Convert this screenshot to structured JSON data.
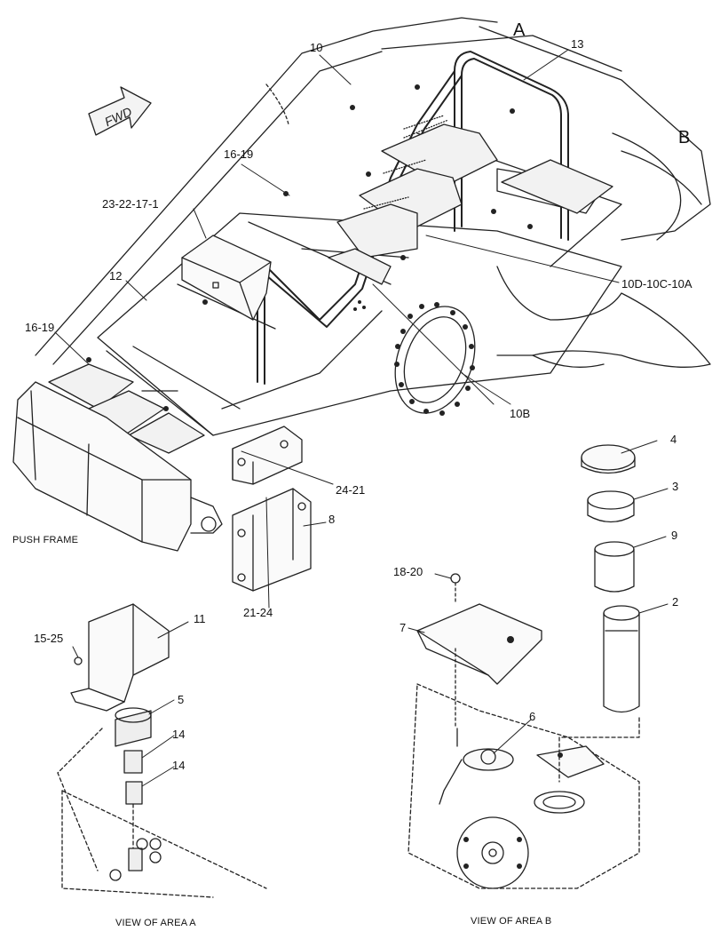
{
  "callouts": {
    "c10": "10",
    "c13": "13",
    "cA": "A",
    "cB": "B",
    "c16_19_top": "16-19",
    "c23_22_17_1": "23-22-17-1",
    "c12": "12",
    "c10D_10C_10A": "10D-10C-10A",
    "c16_19_left": "16-19",
    "c10B": "10B",
    "c24_21": "24-21",
    "c8": "8",
    "c21_24": "21-24",
    "c4": "4",
    "c3": "3",
    "c9": "9",
    "c2": "2",
    "c18_20": "18-20",
    "c7": "7",
    "c11": "11",
    "c15_25": "15-25",
    "c5": "5",
    "c14a": "14",
    "c14b": "14",
    "c6": "6"
  },
  "captions": {
    "push_frame": "PUSH FRAME",
    "view_a": "VIEW OF AREA A",
    "view_b": "VIEW OF AREA B"
  },
  "fwd_arrow": "FWD"
}
